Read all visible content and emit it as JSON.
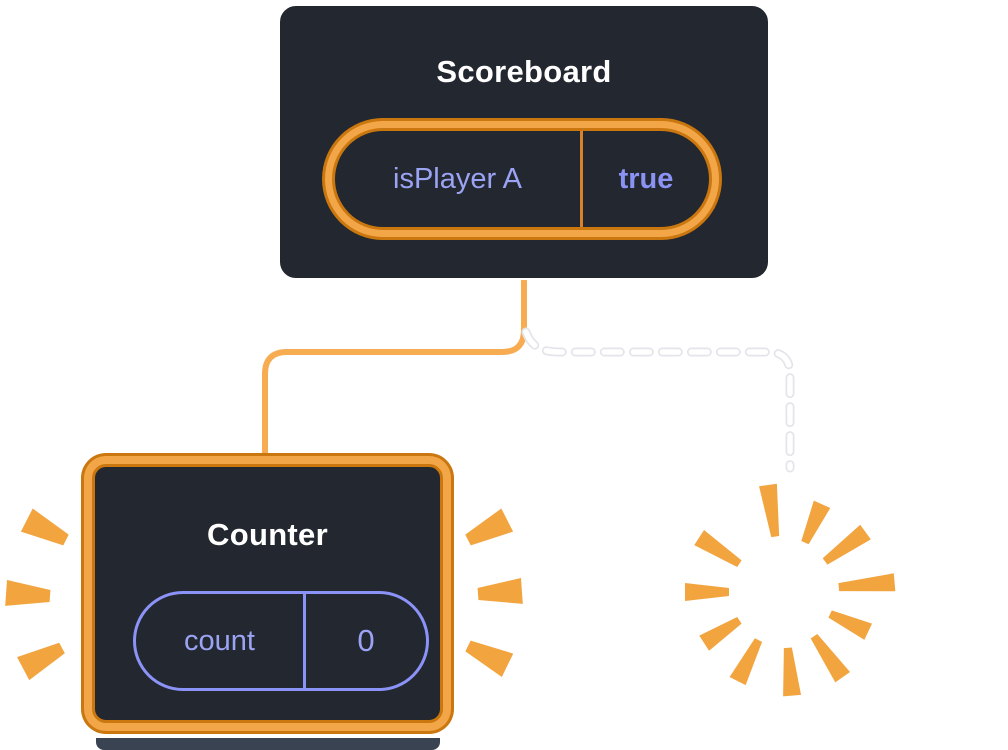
{
  "scoreboard": {
    "title": "Scoreboard",
    "state": {
      "key": "isPlayer A",
      "value": "true"
    }
  },
  "counter": {
    "title": "Counter",
    "state": {
      "key": "count",
      "value": "0"
    }
  },
  "icons": {
    "sparkle": "sparkle-icon",
    "poof": "poof-burst-icon",
    "burst_left": "burst-rays-left-icon",
    "burst_right": "burst-rays-right-icon"
  },
  "colors": {
    "panel": "#23272F",
    "highlight_band": "#F3A647",
    "highlight_edge": "#C9770E",
    "connector_solid": "#F7AC52",
    "connector_dashed": "#FFFFFF",
    "burst": "#F2A43F",
    "state_purple": "#8B93F8",
    "title_text": "#FFFFFF"
  }
}
